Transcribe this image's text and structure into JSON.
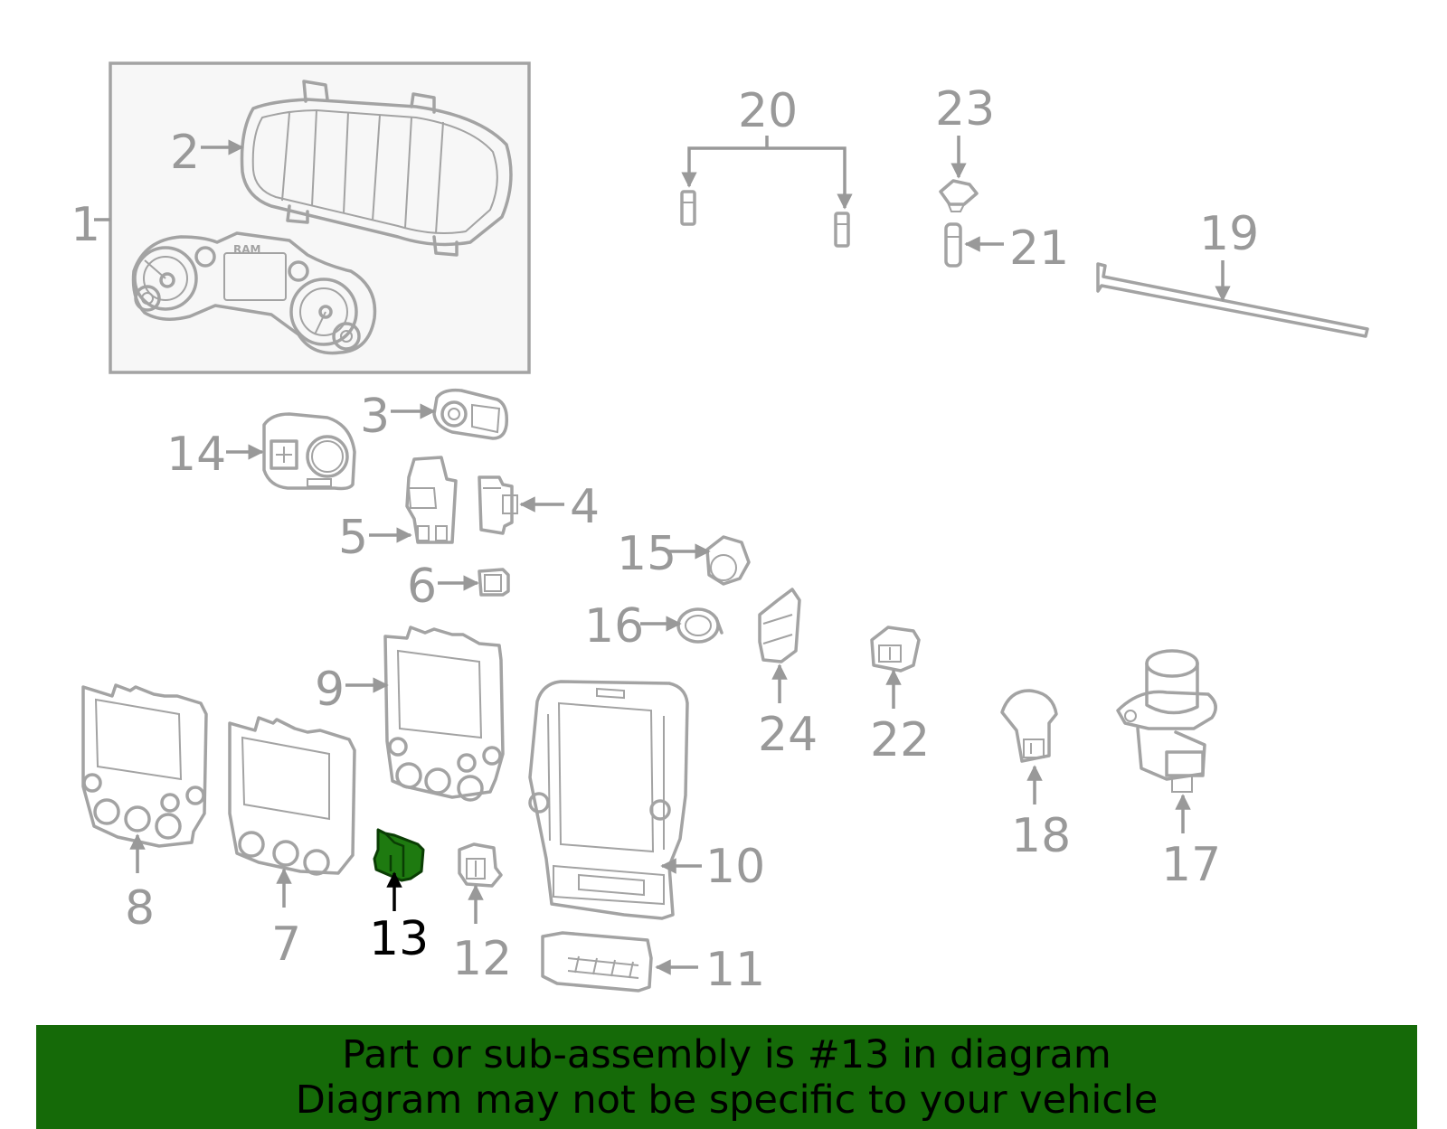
{
  "colors": {
    "line": "#a3a3a3",
    "label": "#999999",
    "selected_fill": "#1e7a10",
    "selected_label": "#000000",
    "banner": "#156a08"
  },
  "selected_callout": "13",
  "callouts": {
    "c1": "1",
    "c2": "2",
    "c3": "3",
    "c4": "4",
    "c5": "5",
    "c6": "6",
    "c7": "7",
    "c8": "8",
    "c9": "9",
    "c10": "10",
    "c11": "11",
    "c12": "12",
    "c13": "13",
    "c14": "14",
    "c15": "15",
    "c16": "16",
    "c17": "17",
    "c18": "18",
    "c19": "19",
    "c20": "20",
    "c21": "21",
    "c22": "22",
    "c23": "23",
    "c24": "24"
  },
  "logo_text": "RAM",
  "banner": {
    "line1": "Part or sub-assembly is #13 in diagram",
    "line2": "Diagram may not be specific to your vehicle"
  }
}
